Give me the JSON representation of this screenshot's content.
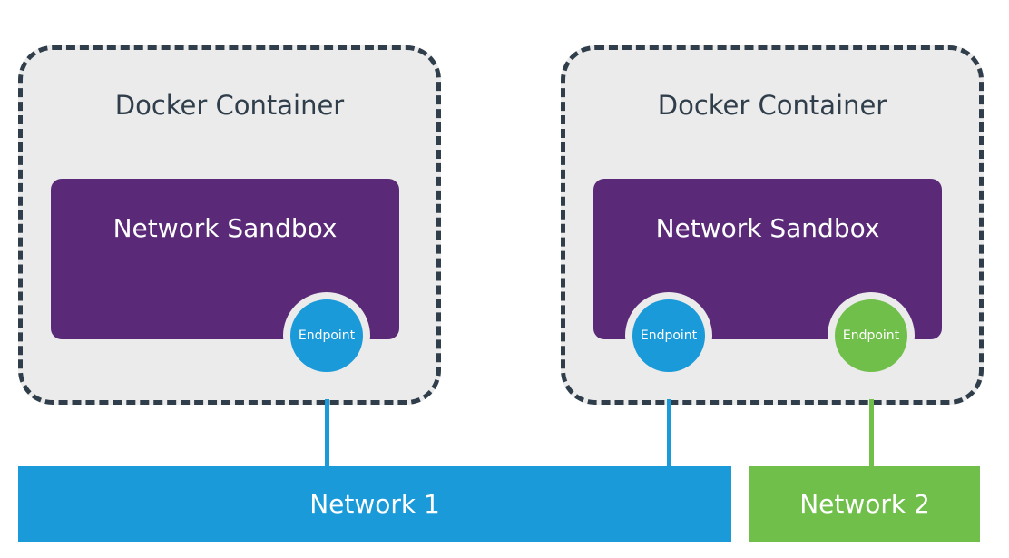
{
  "containers": [
    {
      "title": "Docker Container",
      "sandbox": "Network Sandbox"
    },
    {
      "title": "Docker Container",
      "sandbox": "Network Sandbox"
    }
  ],
  "endpoints": [
    {
      "label": "Endpoint",
      "network": "Network 1",
      "color": "#1a9ad9"
    },
    {
      "label": "Endpoint",
      "network": "Network 1",
      "color": "#1a9ad9"
    },
    {
      "label": "Endpoint",
      "network": "Network 2",
      "color": "#70bf4b"
    }
  ],
  "networks": [
    {
      "label": "Network 1",
      "color": "#1a9ad9"
    },
    {
      "label": "Network 2",
      "color": "#70bf4b"
    }
  ],
  "colors": {
    "container_fill": "#ebebeb",
    "container_border": "#2f3e4a",
    "sandbox_fill": "#5a2a78"
  }
}
